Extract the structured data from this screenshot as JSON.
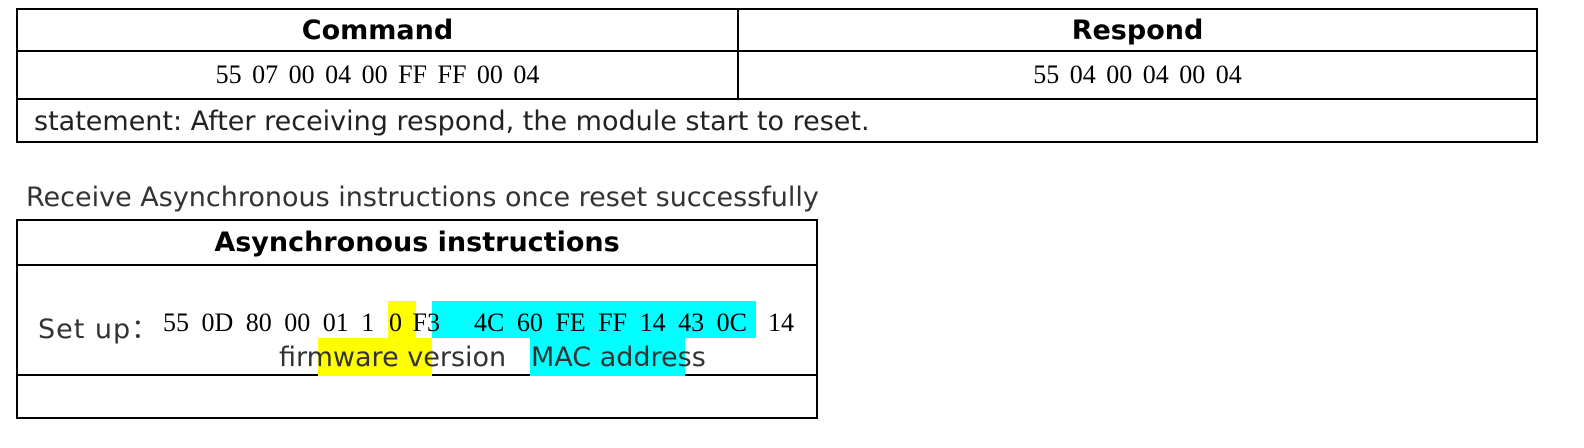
{
  "table1": {
    "header": {
      "command": "Command",
      "respond": "Respond"
    },
    "row": {
      "command": "55 07 00 04 00 FF FF 00 04",
      "respond": "55 04 00 04 00 04"
    },
    "statement": "statement: After receiving respond, the module start to reset."
  },
  "caption": "Receive Asynchronous instructions once reset successfully",
  "table2": {
    "header": "Asynchronous instructions",
    "setup_label": "Set up：",
    "setup_bytes_a": "55 0D 80 00 01 1",
    "setup_bytes_b": "0 F3",
    "setup_bytes_mac": "4C 60 FE FF 14 43 0C",
    "setup_bytes_end": "14",
    "firmware_label": "firmware version",
    "mac_label": "MAC address",
    "highlight_colors": {
      "firmware": "#ffff00",
      "mac": "#00ffff"
    }
  }
}
